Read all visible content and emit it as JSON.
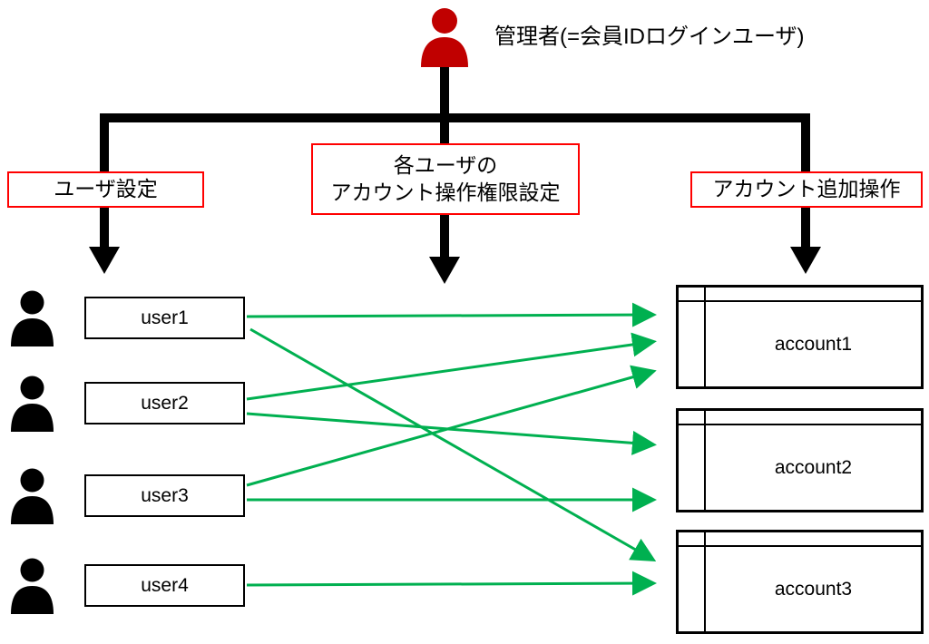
{
  "admin": {
    "label": "管理者(=会員IDログインユーザ)",
    "icon_color": "#C00000"
  },
  "branches": {
    "left": {
      "label": "ユーザ設定"
    },
    "center": {
      "label_line1": "各ユーザの",
      "label_line2": "アカウント操作権限設定"
    },
    "right": {
      "label": "アカウント追加操作"
    }
  },
  "users": [
    {
      "label": "user1"
    },
    {
      "label": "user2"
    },
    {
      "label": "user3"
    },
    {
      "label": "user4"
    }
  ],
  "accounts": [
    {
      "label": "account1"
    },
    {
      "label": "account2"
    },
    {
      "label": "account3"
    }
  ],
  "connections": [
    {
      "from": "user1",
      "to": "account1"
    },
    {
      "from": "user1",
      "to": "account3"
    },
    {
      "from": "user2",
      "to": "account1"
    },
    {
      "from": "user2",
      "to": "account2"
    },
    {
      "from": "user3",
      "to": "account1"
    },
    {
      "from": "user3",
      "to": "account2"
    },
    {
      "from": "user4",
      "to": "account3"
    }
  ],
  "colors": {
    "arrow_green": "#00B050",
    "label_border_red": "#FF0000",
    "admin_icon_red": "#C00000",
    "user_icon_black": "#000000"
  }
}
